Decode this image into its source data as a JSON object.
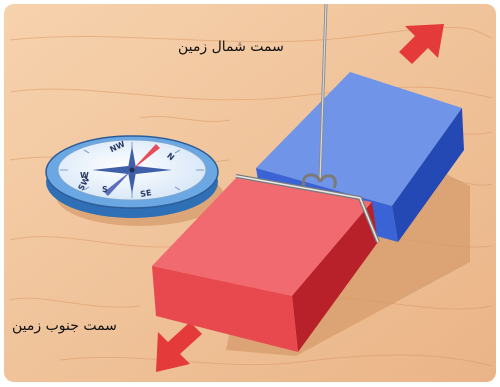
{
  "illustration": {
    "description": "Bar magnet hanging from a string above a wooden table, compass on the left",
    "north_label": "سمت شمال زمین",
    "south_label": "سمت جنوب زمین",
    "compass_rose": {
      "n": "N",
      "nw": "NW",
      "sw": "SW",
      "s": "S",
      "se": "SE",
      "w": "W"
    },
    "colors": {
      "table": "#f2c49a",
      "magnet_north": "#3a64d6",
      "magnet_south": "#e8494f",
      "arrow": "#e43a3a",
      "compass_face": "#e8f1fb",
      "compass_rim": "#6aa7e3"
    }
  }
}
